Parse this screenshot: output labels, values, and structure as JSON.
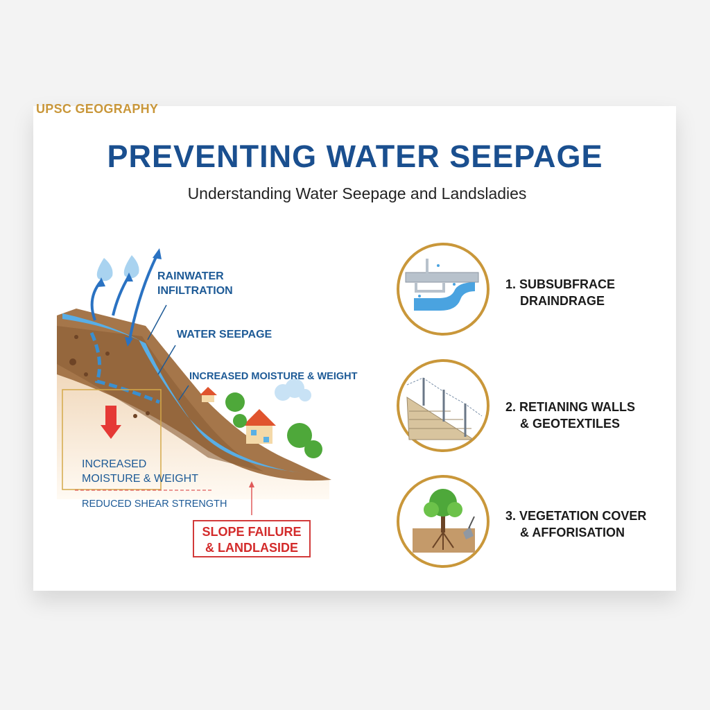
{
  "brand": "UPSC GEOGRAPHY",
  "title": "PREVENTING WATER SEEPAGE",
  "subtitle": "Understanding Water Seepage and Landsladies",
  "diagram": {
    "rainwater_infiltration": [
      "RAINWATER",
      "INFILTRATION"
    ],
    "water_seepage": "WATER SEEPAGE",
    "increased_moisture_top": "INCREASED MOISTURE & WEIGHT",
    "increased_moisture_box": [
      "INCREASED",
      "MOISTURE & WEIGHT"
    ],
    "reduced_shear": "REDUCED SHEAR STRENGTH",
    "slope_failure": [
      "SLOPE FAILURE",
      "& LANDLASIDE"
    ]
  },
  "measures": [
    {
      "icon": "drainage-pipe-icon",
      "line1": "1. SUBSUBFRACE",
      "line2": "DRAINDRAGE"
    },
    {
      "icon": "retaining-wall-icon",
      "line1": "2. RETIANING WALLS",
      "line2": "& GEOTEXTILES"
    },
    {
      "icon": "tree-roots-icon",
      "line1": "3. VEGETATION COVER",
      "line2": "& AFFORISATION"
    }
  ],
  "colors": {
    "accent_blue": "#1a4f8f",
    "gold": "#c9973a",
    "red": "#d32b2b",
    "water": "#4aa3e0",
    "soil": "#a5764a"
  }
}
